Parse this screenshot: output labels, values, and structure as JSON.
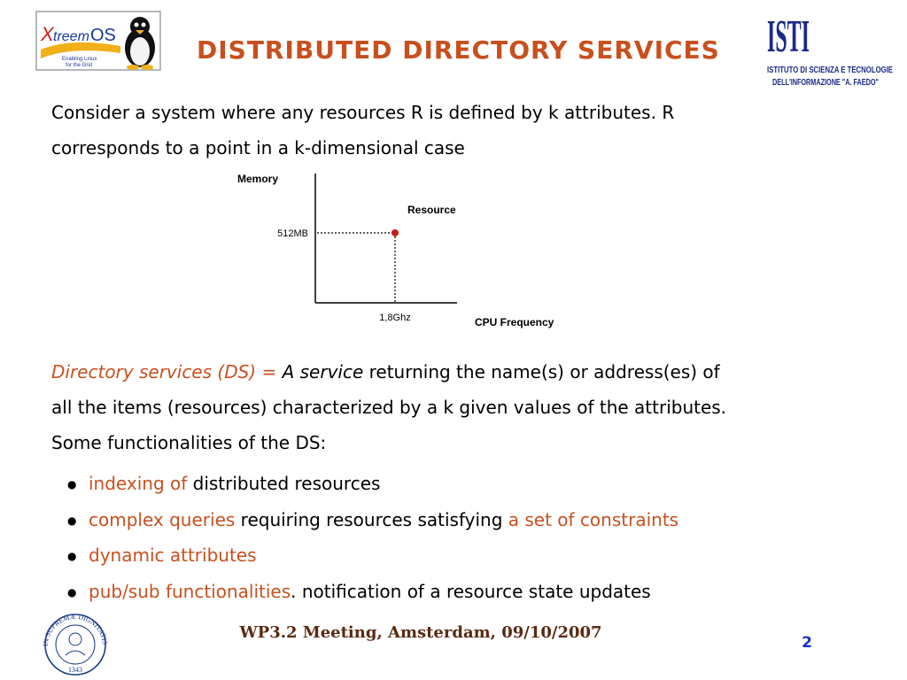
{
  "header": {
    "title": "DISTRIBUTED DIRECTORY SERVICES",
    "xtreem_logo": {
      "brand_x": "X",
      "brand_treem": "treem",
      "brand_os": "OS",
      "tagline_1": "Enabling Linux",
      "tagline_2": "for the Grid"
    },
    "isti_logo": {
      "mark": "ISTI",
      "line_1": "ISTITUTO DI SCIENZA E TECNOLOGIE",
      "line_2": "DELL'INFORMAZIONE \"A. FAEDO\""
    }
  },
  "intro": {
    "line_1": "Consider a system where any resources R is defined by k attributes. R",
    "line_2": "corresponds to a point in a k-dimensional case"
  },
  "chart_data": {
    "type": "scatter",
    "ylabel": "Memory",
    "xlabel": "CPU Frequency",
    "point": {
      "x": "1,8Ghz",
      "y": "512MB",
      "label": "Resource"
    },
    "x_tick": "1,8Ghz",
    "y_tick": "512MB",
    "guide_lines": "dotted"
  },
  "definition": {
    "term": "Directory services (DS) = ",
    "service": "A service",
    "rest_line_1": " returning the name(s) or address(es) of",
    "line_2": "all the items (resources) characterized by a k given values of the attributes.",
    "line_3": "Some  functionalities of the DS:"
  },
  "bullets": [
    {
      "highlight": "indexing of",
      "text": " distributed resources",
      "highlight2": ""
    },
    {
      "highlight": "complex queries",
      "text": " requiring resources satisfying ",
      "highlight2": "a set of constraints"
    },
    {
      "highlight": "dynamic attributes",
      "text": "",
      "highlight2": ""
    },
    {
      "highlight": "pub/sub functionalities",
      "text": ".  notification of  a resource state updates",
      "highlight2": ""
    }
  ],
  "bullet_glyph": "●",
  "footer": {
    "text": "WP3.2 Meeting, Amsterdam, 09/10/2007",
    "page_number": "2",
    "seal": {
      "text": "IN SUPREMÆ DIGNITATIS",
      "year": "1343"
    }
  },
  "colors": {
    "accent": "#c8501e",
    "page_number": "#1a2fd0",
    "point": "#d01818"
  }
}
